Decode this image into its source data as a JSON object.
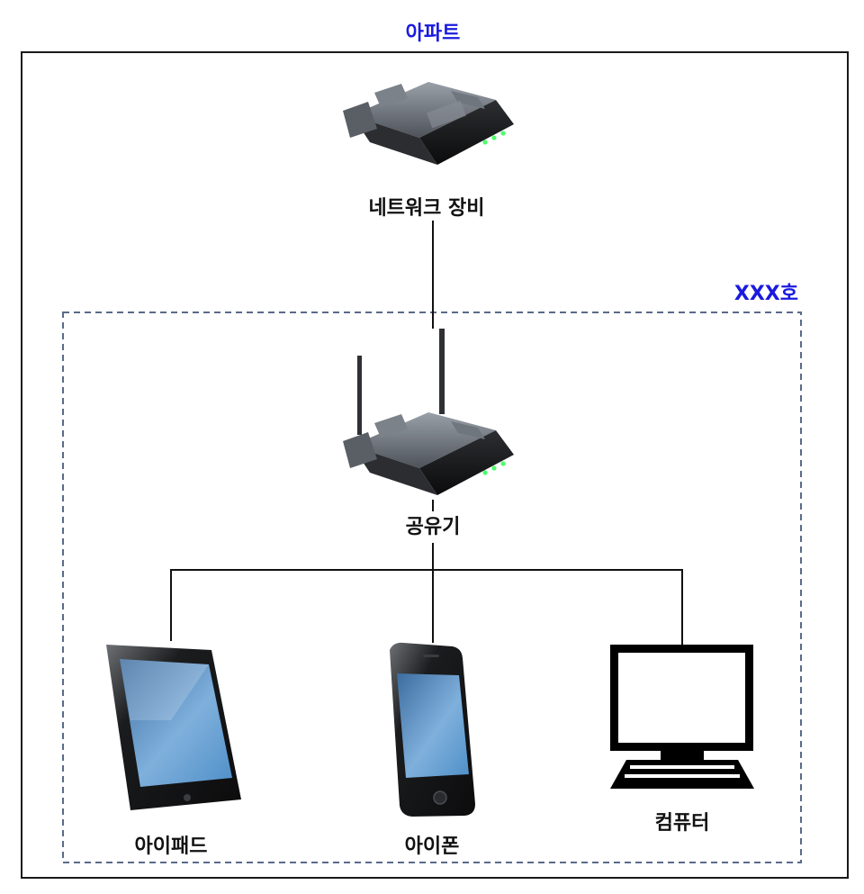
{
  "diagram": {
    "outer_container_label": "아파트",
    "inner_container_label": "XXX호",
    "nodes": {
      "network_equipment": {
        "label": "네트워크 장비",
        "icon": "modem-icon"
      },
      "router": {
        "label": "공유기",
        "icon": "wifi-router-icon"
      },
      "ipad": {
        "label": "아이패드",
        "icon": "tablet-icon"
      },
      "iphone": {
        "label": "아이폰",
        "icon": "smartphone-icon"
      },
      "computer": {
        "label": "컴퓨터",
        "icon": "desktop-computer-icon"
      }
    },
    "connections": [
      {
        "from": "network_equipment",
        "to": "router"
      },
      {
        "from": "router",
        "to": "ipad"
      },
      {
        "from": "router",
        "to": "iphone"
      },
      {
        "from": "router",
        "to": "computer"
      }
    ],
    "colors": {
      "container_label": "#1a1adf",
      "node_label": "#111111",
      "outer_border": "#1a1a1a",
      "inner_border": "#5a6a8a",
      "line": "#111111"
    }
  }
}
